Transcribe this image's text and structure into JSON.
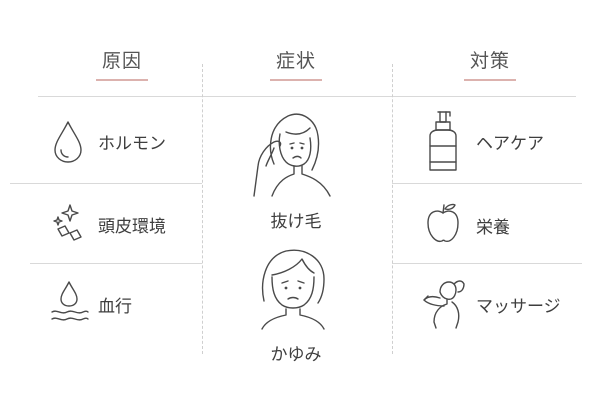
{
  "headers": {
    "cause": "原因",
    "symptom": "症状",
    "remedy": "対策"
  },
  "causes": [
    {
      "label": "ホルモン",
      "icon": "droplet-icon"
    },
    {
      "label": "頭皮環境",
      "icon": "sparkle-cubes-icon"
    },
    {
      "label": "血行",
      "icon": "drop-waves-icon"
    }
  ],
  "symptoms": [
    {
      "label": "抜け毛",
      "icon": "woman-touching-hair-icon"
    },
    {
      "label": "かゆみ",
      "icon": "worried-woman-icon"
    }
  ],
  "remedies": [
    {
      "label": "ヘアケア",
      "icon": "pump-bottle-icon"
    },
    {
      "label": "栄養",
      "icon": "apple-icon"
    },
    {
      "label": "マッサージ",
      "icon": "woman-neck-massage-icon"
    }
  ],
  "colors": {
    "accent_underline": "#dcb2ae",
    "line": "#d9d9d9",
    "icon_stroke": "#4a4a4a"
  }
}
